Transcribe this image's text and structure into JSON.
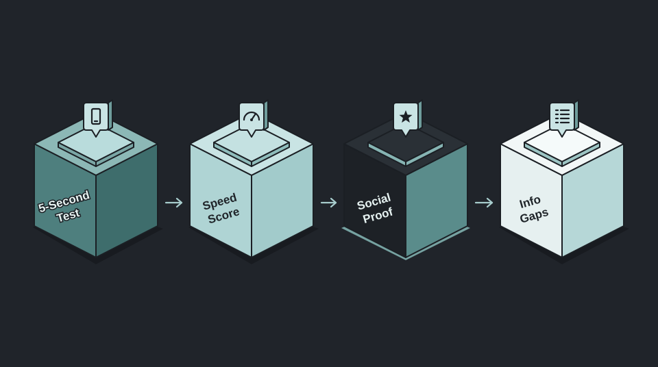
{
  "theme": {
    "background": "#20242a",
    "stroke": "#1b1f24",
    "arrow": "#a8cdcd"
  },
  "steps": [
    {
      "label_lines": [
        "5-Second",
        "Test"
      ],
      "icon": "smartphone-icon",
      "colors": {
        "top": "#8cb8b6",
        "left": "#4e7f7e",
        "right": "#3e6d6c",
        "plate": "#b9dcdc",
        "plate_side": "#7aa6a5",
        "text": "#e6f2f1",
        "text_stroke": "#1b1f24"
      }
    },
    {
      "label_lines": [
        "Speed",
        "Score"
      ],
      "icon": "gauge-icon",
      "colors": {
        "top": "#c9e4e4",
        "left": "#afd4d4",
        "right": "#a2cbcb",
        "plate": "#c4e1e1",
        "plate_side": "#8fbcbb",
        "text": "#1f2429",
        "text_stroke": "none"
      }
    },
    {
      "label_lines": [
        "Social",
        "Proof"
      ],
      "icon": "star-icon",
      "colors": {
        "top": "#2a3036",
        "left": "#1d2126",
        "right": "#5a8c8b",
        "plate": "#2a3036",
        "plate_side": "#86b4b3",
        "text": "#e6f2f1",
        "text_stroke": "none"
      }
    },
    {
      "label_lines": [
        "Info",
        "Gaps"
      ],
      "icon": "checklist-icon",
      "colors": {
        "top": "#f2f7f7",
        "left": "#e6f0f0",
        "right": "#b6d7d7",
        "plate": "#f5fafa",
        "plate_side": "#9dc5c4",
        "text": "#1f2429",
        "text_stroke": "none"
      }
    }
  ]
}
